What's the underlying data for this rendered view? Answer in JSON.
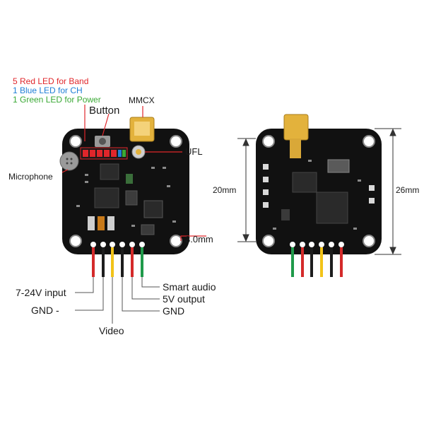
{
  "legend": {
    "red": "5 Red LED for Band",
    "blue": "1 Blue LED for CH",
    "green": "1 Green LED for Power"
  },
  "labels": {
    "button": "Button",
    "mmcx": "MMCX",
    "ufl": "UFL",
    "microphone": "Microphone",
    "hole": "3.0mm",
    "smart_audio": "Smart audio",
    "v5_output": "5V output",
    "gnd_right": "GND",
    "vin": "7-24V input",
    "gnd_left": "GND  -",
    "video": "Video"
  },
  "dimensions": {
    "height": "20mm",
    "width": "26mm"
  },
  "colors": {
    "pcb": "#111111",
    "pad": "#ffffff",
    "red_led": "#e0262b",
    "blue_led": "#1f7fd6",
    "green_led": "#3aa935",
    "gold": "#e3b23c",
    "callout_line": "#e0262b",
    "wire_red": "#d42a2a",
    "wire_black": "#1d1d1d",
    "wire_yellow": "#f2c318",
    "wire_green": "#1f9a4a"
  }
}
